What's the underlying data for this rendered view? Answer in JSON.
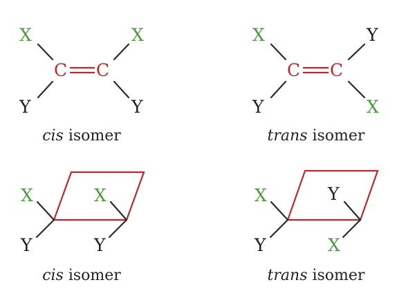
{
  "colors": {
    "x_atom": "#4c9a3f",
    "y_atom": "#1f1f1f",
    "carbon": "#c0262d",
    "bond": "#2a2a2a",
    "plane": "#c0262d",
    "caption": "#222222"
  },
  "atoms": {
    "x": "X",
    "y": "Y",
    "c": "C"
  },
  "panels": {
    "cis_structure": {
      "caption_italic": "cis",
      "caption_rest": " isomer"
    },
    "trans_structure": {
      "caption_italic": "trans",
      "caption_rest": " isomer"
    },
    "cis_plane": {
      "caption_italic": "cis",
      "caption_rest": " isomer"
    },
    "trans_plane": {
      "caption_italic": "trans",
      "caption_rest": " isomer"
    }
  }
}
